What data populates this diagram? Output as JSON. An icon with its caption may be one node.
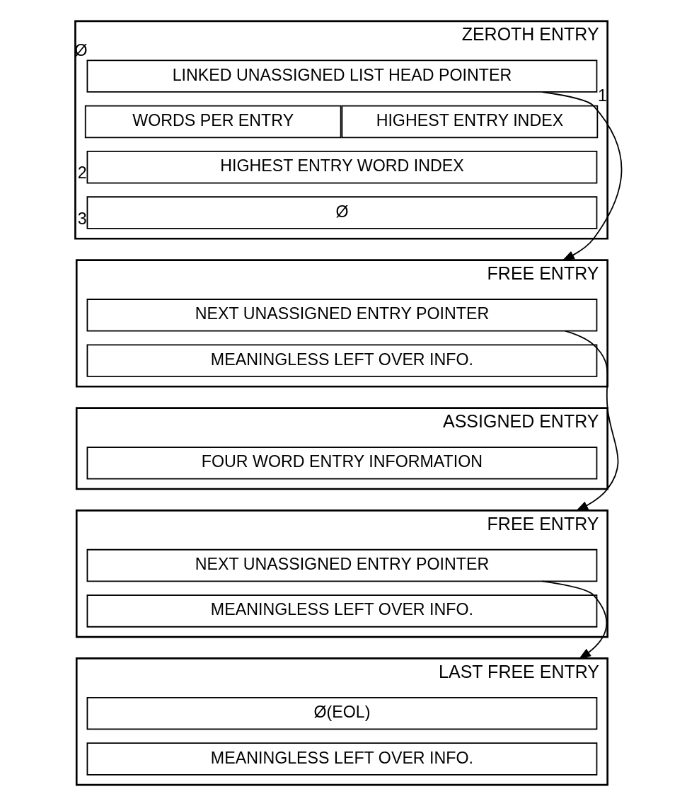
{
  "diagram": {
    "nodes": [
      {
        "text": [
          "ZEROTH ENTRY"
        ]
      },
      {
        "text": [
          "LINKED UNASSIGNED LIST HEAD POINTER"
        ],
        "in": 0,
        "beside": [
          "Ø"
        ]
      },
      {
        "text": [
          "HIGHEST ENTRY INDEX"
        ],
        "in": 0,
        "beside": [
          "1"
        ]
      },
      {
        "text": [
          "WORDS PER ENTRY"
        ],
        "in": 0
      },
      {
        "text": [
          "HIGHEST ENTRY WORD INDEX"
        ],
        "in": 0,
        "beside": [
          "2"
        ]
      },
      {
        "text": [
          "Ø"
        ],
        "in": 0,
        "beside": [
          "3"
        ]
      },
      {
        "text": [
          "FREE ENTRY"
        ]
      },
      {
        "text": [
          "NEXT UNASSIGNED ENTRY POINTER"
        ],
        "in": 6
      },
      {
        "text": [
          "MEANINGLESS LEFT OVER INFO."
        ],
        "in": 6
      },
      {
        "text": [
          "ASSIGNED ENTRY"
        ]
      },
      {
        "text": [
          "FOUR WORD ENTRY INFORMATION"
        ],
        "in": 9
      },
      {
        "text": [
          "FREE ENTRY"
        ]
      },
      {
        "text": [
          "NEXT UNASSIGNED ENTRY POINTER"
        ],
        "in": 11
      },
      {
        "text": [
          "MEANINGLESS LEFT OVER INFO."
        ],
        "in": 11
      },
      {
        "text": [
          "LAST FREE ENTRY"
        ]
      },
      {
        "text": [
          "Ø(EOL)"
        ],
        "in": 14
      },
      {
        "text": [
          "MEANINGLESS LEFT OVER INFO."
        ],
        "in": 14
      }
    ],
    "edges": [
      {
        "from": 1,
        "to": 6,
        "arrow": "to"
      },
      {
        "from": 7,
        "to": 11,
        "arrow": "to"
      },
      {
        "from": 12,
        "to": 14,
        "arrow": "to"
      }
    ]
  }
}
